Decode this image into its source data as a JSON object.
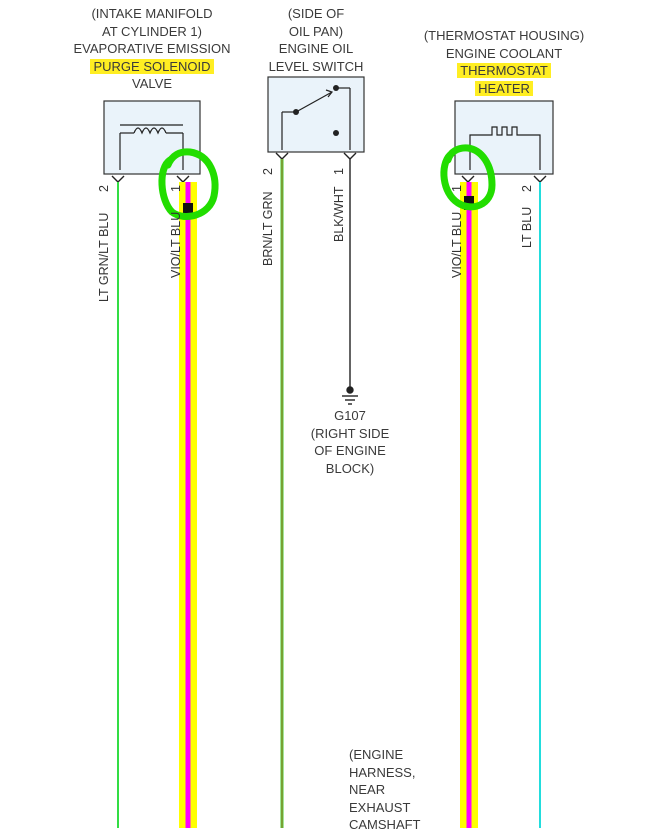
{
  "components": {
    "purge": {
      "lines": [
        "(INTAKE MANIFOLD",
        "AT CYLINDER 1)",
        "EVAPORATIVE EMISSION",
        "PURGE SOLENOID",
        "VALVE"
      ],
      "highlight": [
        3
      ],
      "pins": [
        "2",
        "1"
      ],
      "wires": [
        "LT GRN/LT BLU",
        "VIO/LT BLU"
      ]
    },
    "oil": {
      "lines": [
        "(SIDE OF",
        "OIL PAN)",
        "ENGINE OIL",
        "LEVEL SWITCH"
      ],
      "highlight": [],
      "pins": [
        "2",
        "1"
      ],
      "wires": [
        "BRN/LT GRN",
        "BLK/WHT"
      ]
    },
    "thermo": {
      "lines": [
        "(THERMOSTAT HOUSING)",
        "ENGINE COOLANT",
        "THERMOSTAT",
        "HEATER"
      ],
      "highlight": [
        2,
        3
      ],
      "pins": [
        "1",
        "2"
      ],
      "wires": [
        "VIO/LT BLU",
        "LT BLU"
      ]
    }
  },
  "ground": {
    "lines": [
      "G107",
      "(RIGHT SIDE",
      "OF ENGINE",
      "BLOCK)"
    ]
  },
  "harness_note": {
    "lines": [
      "(ENGINE",
      "HARNESS,",
      "NEAR",
      "EXHAUST",
      "CAMSHAFT"
    ]
  },
  "colors": {
    "wire_lt_grn": "#33dd44",
    "wire_vio_highlight_outer": "#ffff00",
    "wire_vio_highlight_inner": "#ff00ff",
    "wire_lt_blu": "#22dddd",
    "marker": "#22dd00",
    "highlight": "#ffee22"
  }
}
